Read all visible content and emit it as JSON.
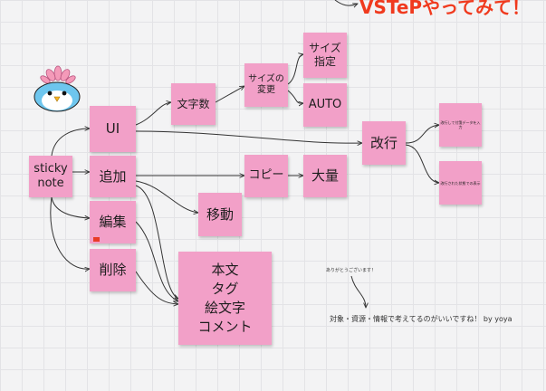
{
  "banner": {
    "title": "VSTePやってみて！"
  },
  "notes": {
    "sticky": "sticky\nnote",
    "ui": "UI",
    "add": "追加",
    "edit": "編集",
    "delete": "削除",
    "char_count": "文字数",
    "size_change": "サイズの\n変更",
    "size_specify": "サイズ\n指定",
    "auto": "AUTO",
    "newline": "改行",
    "newline_sub1": "改行して付箋データを入力",
    "newline_sub2": "改行された状態での表示",
    "copy": "コピー",
    "bulk": "大量",
    "move": "移動",
    "content": "本文\nタグ\n絵文字\nコメント"
  },
  "texts": {
    "thanks": "ありがとうございます！",
    "conclusion": "対象・資源・情報で考えてるのがいいですね！ by yoya"
  },
  "colors": {
    "note": "#f2a0c8",
    "banner": "#f03a1e",
    "edge": "#333333",
    "flag": "#e83b27"
  }
}
